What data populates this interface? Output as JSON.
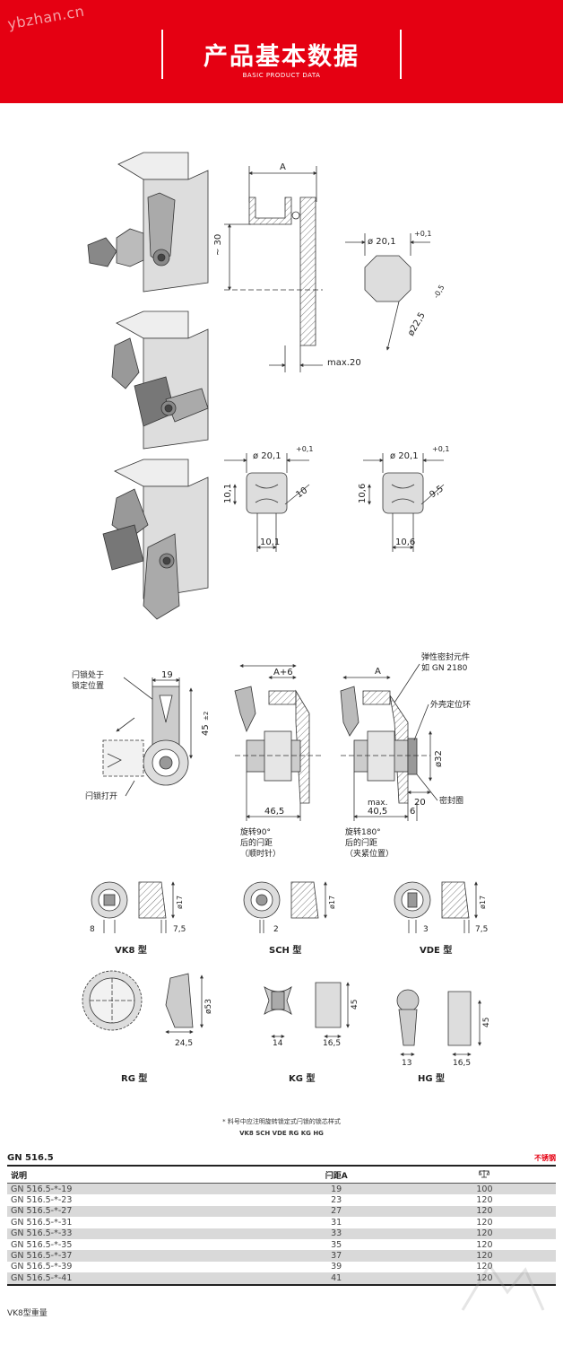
{
  "watermark": "ybzhan.cn",
  "header": {
    "title": "产品基本数据",
    "subtitle": "BASIC PRODUCT DATA",
    "color": "#e50012"
  },
  "dims": {
    "a": "A",
    "a6": "A+6",
    "approx30": "~ 30",
    "max20": "max.20",
    "d20_1": "ø 20,1",
    "tol01": "+0,1",
    "tol05": "-0,5",
    "d22_5": "ø22,5",
    "d10_1": "10,1",
    "d10": "10",
    "d10_6": "10,6",
    "d9_5": "9,5",
    "d19": "19",
    "d45": "45",
    "d45tol": "±2",
    "d46_5": "46,5",
    "d40_5": "40,5",
    "d6": "6",
    "d20": "20",
    "max": "max.",
    "d32": "ø32",
    "d8": "8",
    "d2": "2",
    "d3": "3",
    "d7_5": "7,5",
    "d17": "ø17",
    "d53": "ø53",
    "d24_5": "24,5",
    "d14": "14",
    "d16_5": "16,5",
    "d13": "13"
  },
  "labels": {
    "locked_l1": "闩锁处于",
    "locked_l2": "锁定位置",
    "open": "闩锁打开",
    "seal_l1": "弹性密封元件",
    "seal_l2": "如 GN 2180",
    "housing_ring": "外壳定位环",
    "seal_ring": "密封圈",
    "rot90_l1": "旋转90°",
    "rot90_l2": "后的闩距",
    "rot90_l3": "（顺时针）",
    "rot180_l1": "旋转180°",
    "rot180_l2": "后的闩距",
    "rot180_l3": "（夹紧位置）",
    "vk8": "VK8 型",
    "sch": "SCH 型",
    "vde": "VDE 型",
    "rg": "RG 型",
    "kg": "KG 型",
    "hg": "HG 型"
  },
  "note": {
    "text": "* 料号中应注明旋转锁定式闩锁的锁芯样式",
    "types": "VK8   SCH   VDE   RG   KG   HG"
  },
  "table": {
    "code": "GN 516.5",
    "material": "不锈钢",
    "headers": [
      "说明",
      "闩距A",
      "weight-icon"
    ],
    "rows": [
      {
        "desc": "GN 516.5-*-19",
        "a": "19",
        "w": "100"
      },
      {
        "desc": "GN 516.5-*-23",
        "a": "23",
        "w": "120"
      },
      {
        "desc": "GN 516.5-*-27",
        "a": "27",
        "w": "120"
      },
      {
        "desc": "GN 516.5-*-31",
        "a": "31",
        "w": "120"
      },
      {
        "desc": "GN 516.5-*-33",
        "a": "33",
        "w": "120"
      },
      {
        "desc": "GN 516.5-*-35",
        "a": "35",
        "w": "120"
      },
      {
        "desc": "GN 516.5-*-37",
        "a": "37",
        "w": "120"
      },
      {
        "desc": "GN 516.5-*-39",
        "a": "39",
        "w": "120"
      },
      {
        "desc": "GN 516.5-*-41",
        "a": "41",
        "w": "120"
      }
    ]
  },
  "footnote": "VK8型重量"
}
